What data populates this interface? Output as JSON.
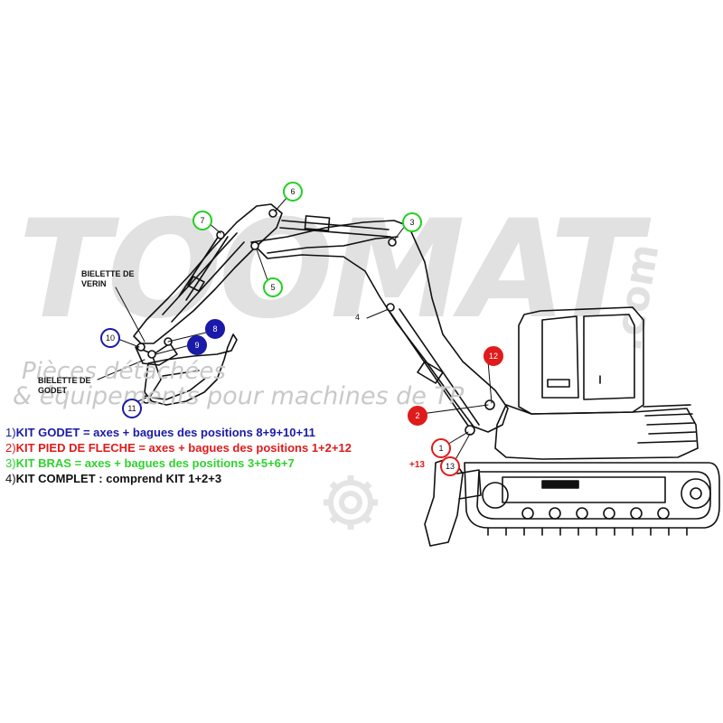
{
  "watermark": {
    "brand": "TOOMAT",
    "suffix": ".com",
    "line1": "Pièces détachées",
    "line2": "& équipements pour machines de TP"
  },
  "labels": {
    "biellette_verin": [
      "BIELETTE DE",
      "VERIN"
    ],
    "biellette_godet": [
      "BIELETTE DE",
      "GODET"
    ]
  },
  "callouts": [
    {
      "id": "1",
      "text": "1",
      "color": "red",
      "filled": false
    },
    {
      "id": "2",
      "text": "2",
      "color": "red",
      "filled": true
    },
    {
      "id": "3",
      "text": "3",
      "color": "green",
      "filled": false
    },
    {
      "id": "4",
      "text": "4",
      "color": "none",
      "filled": false
    },
    {
      "id": "5",
      "text": "5",
      "color": "green",
      "filled": false
    },
    {
      "id": "6",
      "text": "6",
      "color": "green",
      "filled": false
    },
    {
      "id": "7",
      "text": "7",
      "color": "green",
      "filled": false
    },
    {
      "id": "8",
      "text": "8",
      "color": "blue",
      "filled": true
    },
    {
      "id": "9",
      "text": "9",
      "color": "blue",
      "filled": true
    },
    {
      "id": "10",
      "text": "10",
      "color": "blue",
      "filled": false
    },
    {
      "id": "11",
      "text": "11",
      "color": "blue",
      "filled": false
    },
    {
      "id": "12",
      "text": "12",
      "color": "red",
      "filled": true
    },
    {
      "id": "13",
      "text": "13",
      "color": "red",
      "filled": false
    }
  ],
  "legend": [
    {
      "num": "1)",
      "text": "KIT GODET = axes + bagues des positions 8+9+10+11",
      "color": "#1a1aa8"
    },
    {
      "num": "2)",
      "text": "KIT PIED DE FLECHE = axes + bagues des positions 1+2+12",
      "color": "#e01b1b"
    },
    {
      "num": "3)",
      "text": "KIT BRAS = axes + bagues des positions 3+5+6+7",
      "color": "#2fd22f"
    },
    {
      "num": "4)",
      "text": "KIT COMPLET : comprend KIT 1+2+3",
      "color": "#111111"
    }
  ],
  "extra_position": "+13",
  "colors": {
    "blue": "#1a1aa8",
    "red": "#e01b1b",
    "green": "#22d022",
    "watermark": "#c9c9c9",
    "line": "#111111"
  }
}
